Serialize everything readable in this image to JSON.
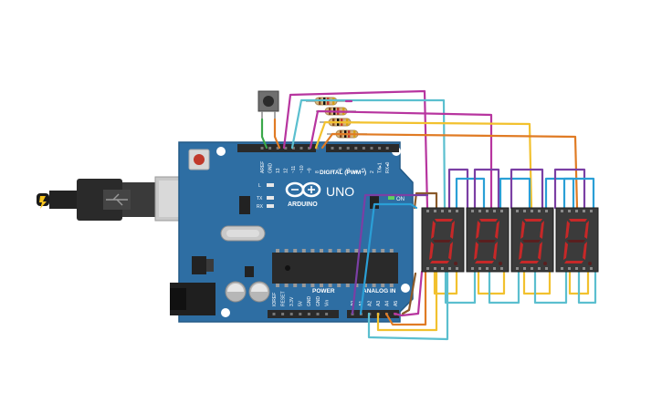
{
  "board": {
    "brand": "ARDUINO",
    "model": "UNO",
    "digital_label": "DIGITAL (PWM~)",
    "power_label": "POWER",
    "analog_label": "ANALOG IN",
    "on_label": "ON",
    "led_labels": {
      "l": "L",
      "tx": "TX",
      "rx": "RX"
    },
    "header_top_left": [
      "AREF",
      "GND",
      "13",
      "12",
      "~11",
      "~10",
      "~9",
      "8"
    ],
    "header_top_right": [
      "7",
      "~6",
      "~5",
      "4",
      "~3",
      "2",
      "TX▸1",
      "RX◂0"
    ],
    "power_pins": [
      "IOREF",
      "RESET",
      "3.3V",
      "5V",
      "GND",
      "GND",
      "Vin"
    ],
    "analog_pins": [
      "A0",
      "A1",
      "A2",
      "A3",
      "A4",
      "A5"
    ]
  },
  "displays": {
    "count": 4,
    "digit": "0",
    "segment_color": "#c62828"
  },
  "resistors": {
    "count": 4
  },
  "colors": {
    "board": "#2e6ea3",
    "wire_magenta": "#b7359f",
    "wire_cyan": "#5bbfcf",
    "wire_yellow": "#f2c12e",
    "wire_orange": "#e07b24",
    "wire_purple": "#7b3fa4",
    "wire_blue": "#2a9fd6",
    "wire_brown": "#8a5a2b",
    "wire_green": "#3aa84a"
  }
}
